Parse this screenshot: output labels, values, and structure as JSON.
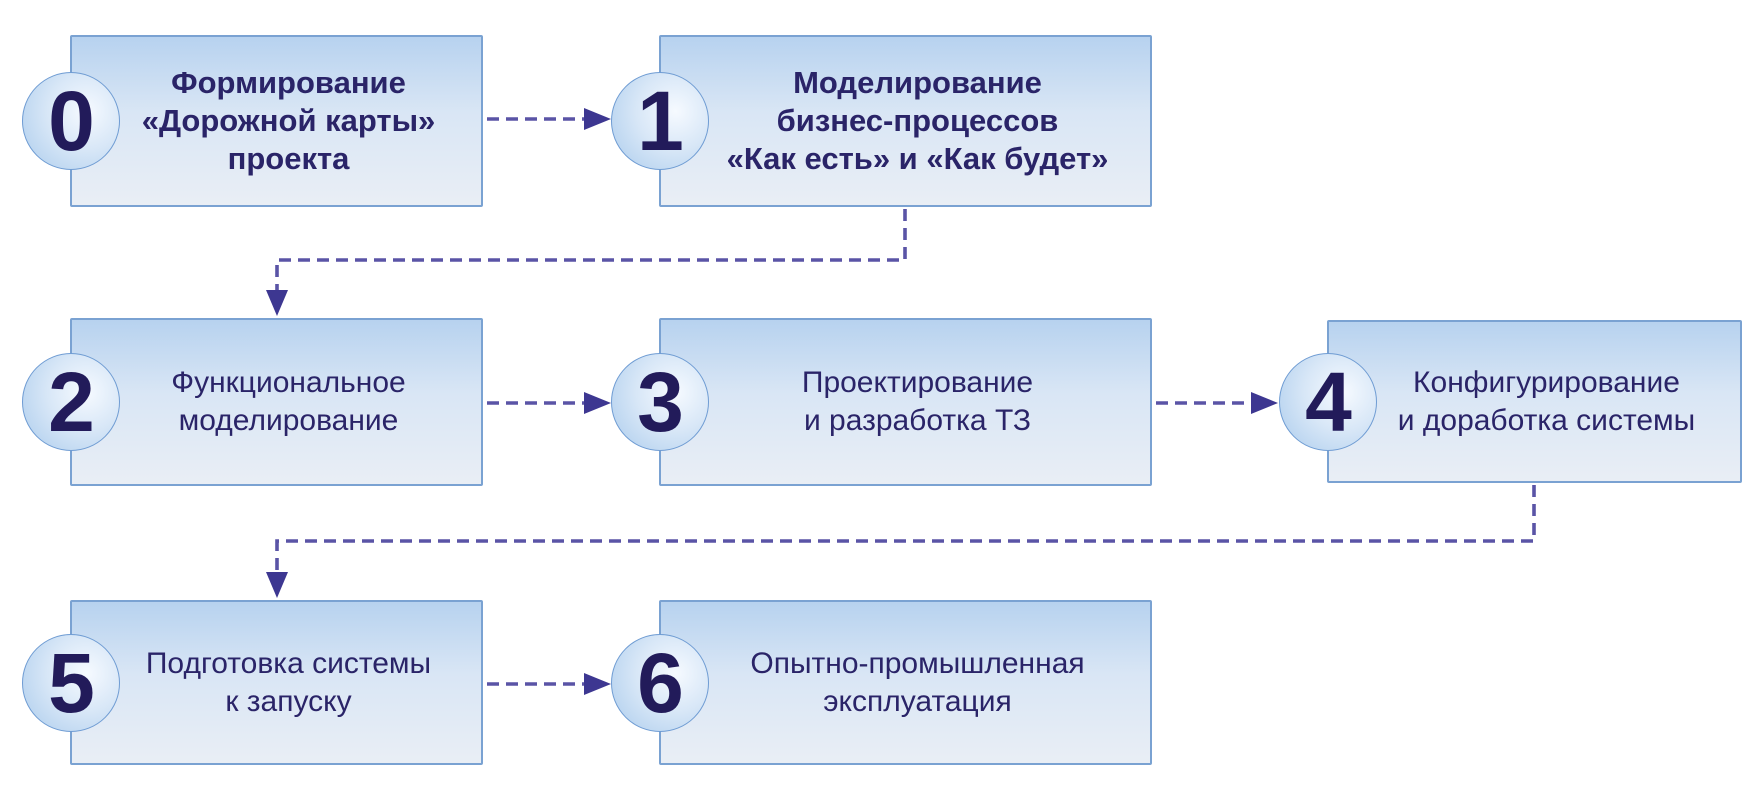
{
  "colors": {
    "box_border": "#7aa2d2",
    "box_fill_top": "#b7d2ef",
    "box_fill_mid": "#d9e6f5",
    "box_fill_bottom": "#e9eef5",
    "circle_border": "#6f9cd3",
    "circle_fill_dark": "#aacbec",
    "circle_fill_light": "#f6faff",
    "text": "#2a2468",
    "number": "#221b5a",
    "connector": "#5a54a6",
    "arrowhead": "#3d3791",
    "bg": "#ffffff"
  },
  "stages": [
    {
      "number": "0",
      "label": "Формирование\n«Дорожной карты»\nпроекта",
      "emphasis": "bold"
    },
    {
      "number": "1",
      "label": "Моделирование\nбизнес-процессов\n«Как есть» и «Как будет»",
      "emphasis": "bold"
    },
    {
      "number": "2",
      "label": "Функциональное\nмоделирование",
      "emphasis": "regular"
    },
    {
      "number": "3",
      "label": "Проектирование\nи разработка ТЗ",
      "emphasis": "regular"
    },
    {
      "number": "4",
      "label": "Конфигурирование\nи доработка системы",
      "emphasis": "regular"
    },
    {
      "number": "5",
      "label": "Подготовка системы\nк запуску",
      "emphasis": "regular"
    },
    {
      "number": "6",
      "label": "Опытно-промышленная\nэксплуатация",
      "emphasis": "regular"
    }
  ],
  "connections": [
    {
      "from": "0",
      "to": "1",
      "style": "dashed-arrow"
    },
    {
      "from": "1",
      "to": "2",
      "style": "dashed-arrow-elbow"
    },
    {
      "from": "2",
      "to": "3",
      "style": "dashed-arrow"
    },
    {
      "from": "3",
      "to": "4",
      "style": "dashed-arrow"
    },
    {
      "from": "4",
      "to": "5",
      "style": "dashed-arrow-elbow"
    },
    {
      "from": "5",
      "to": "6",
      "style": "dashed-arrow"
    }
  ]
}
